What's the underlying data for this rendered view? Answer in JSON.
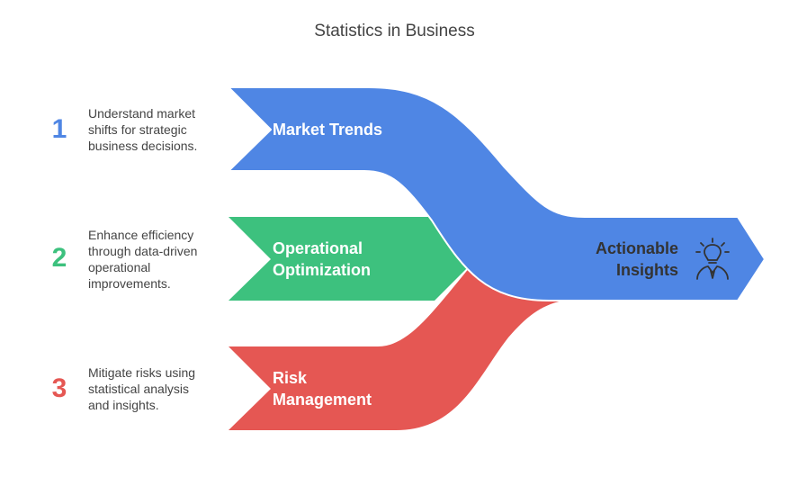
{
  "title": "Statistics in Business",
  "colors": {
    "market": "#4F86E4",
    "operational": "#3DC17E",
    "risk": "#E55753",
    "text": "#444444"
  },
  "items": [
    {
      "number": "1",
      "label_lines": [
        "Market Trends"
      ],
      "desc_lines": [
        "Understand market",
        "shifts for strategic",
        "business decisions."
      ]
    },
    {
      "number": "2",
      "label_lines": [
        "Operational",
        "Optimization"
      ],
      "desc_lines": [
        "Enhance efficiency",
        "through data-driven",
        "operational",
        "improvements."
      ]
    },
    {
      "number": "3",
      "label_lines": [
        "Risk",
        "Management"
      ],
      "desc_lines": [
        "Mitigate risks using",
        "statistical analysis",
        "and insights."
      ]
    }
  ],
  "output": {
    "label_lines": [
      "Actionable",
      "Insights"
    ],
    "icon": "lightbulb-person-icon"
  }
}
